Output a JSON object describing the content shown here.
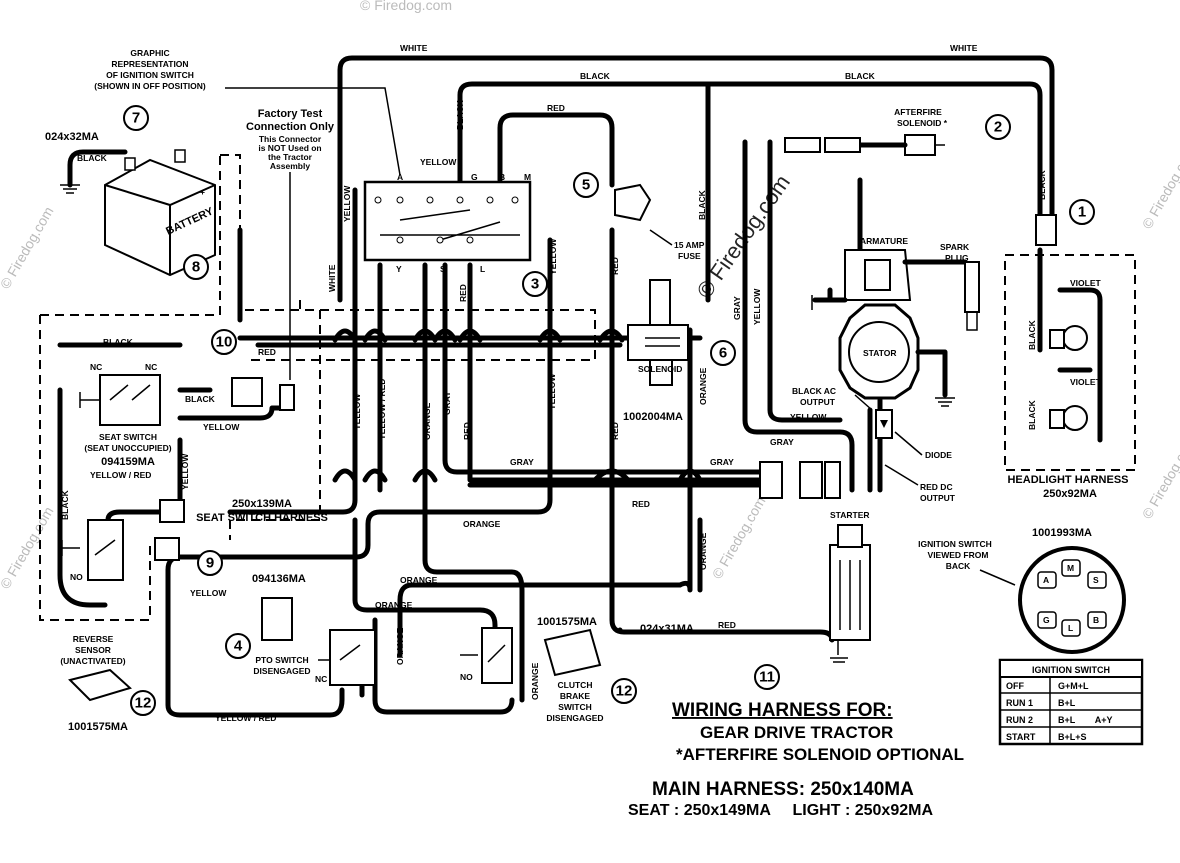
{
  "wire_colors": {
    "white": "WHITE",
    "black": "BLACK",
    "red": "RED",
    "yellow": "YELLOW",
    "gray": "GRAY",
    "orange": "ORANGE",
    "violet": "VIOLET",
    "yellow_red": "YELLOW / RED"
  },
  "callouts": [
    "1",
    "2",
    "3",
    "4",
    "5",
    "6",
    "7",
    "8",
    "9",
    "10",
    "11",
    "12"
  ],
  "labels": {
    "graphic_rep": [
      "GRAPHIC",
      "REPRESENTATION",
      "OF IGNITION SWITCH",
      "(SHOWN IN OFF POSITION)"
    ],
    "factory_test": [
      "Factory Test",
      "Connection Only"
    ],
    "factory_note": [
      "This Connector",
      "is NOT Used on",
      "the Tractor",
      "Assembly"
    ],
    "battery_cable": "024x32MA",
    "battery": "BATTERY",
    "afterfire": [
      "AFTERFIRE",
      "SOLENOID *"
    ],
    "fuse": [
      "15 AMP",
      "FUSE"
    ],
    "solenoid": "SOLENOID",
    "solenoid_part": "1002004MA",
    "armature": "ARMATURE",
    "spark_plug": [
      "SPARK",
      "PLUG"
    ],
    "stator": "STATOR",
    "black_ac": [
      "BLACK AC",
      "OUTPUT"
    ],
    "diode": "DIODE",
    "red_dc": [
      "RED DC",
      "OUTPUT"
    ],
    "headlight_harness": [
      "HEADLIGHT HARNESS",
      "250x92MA"
    ],
    "seat_switch": [
      "SEAT SWITCH",
      "(SEAT UNOCCUPIED)",
      "094159MA"
    ],
    "seat_switch_harness": [
      "250x139MA",
      "SEAT SWITCH HARNESS"
    ],
    "nc": "NC",
    "no": "NO",
    "part_094136": "094136MA",
    "reverse_sensor": [
      "REVERSE",
      "SENSOR",
      "(UNACTIVATED)"
    ],
    "part_1001575": "1001575MA",
    "pto_switch": [
      "PTO SWITCH",
      "DISENGAGED"
    ],
    "clutch_brake": [
      "CLUTCH",
      "BRAKE",
      "SWITCH",
      "DISENGAGED"
    ],
    "starter": "STARTER",
    "starter_cable": "024x31MA",
    "ign_viewed": [
      "IGNITION SWITCH",
      "VIEWED FROM",
      "BACK"
    ],
    "ign_part": "1001993MA",
    "ign_terminals": [
      "A",
      "M",
      "S",
      "G",
      "L",
      "B"
    ],
    "switch_terminals": [
      "A",
      "G",
      "B",
      "M",
      "Y",
      "S",
      "L"
    ],
    "watermark": "© Firedog.com"
  },
  "ignition_table": {
    "title": "IGNITION SWITCH",
    "rows": [
      [
        "OFF",
        "G+M+L"
      ],
      [
        "RUN 1",
        "B+L"
      ],
      [
        "RUN 2",
        "B+L        A+Y"
      ],
      [
        "START",
        "B+L+S"
      ]
    ]
  },
  "title_block": {
    "heading": "WIRING HARNESS FOR:",
    "line1": "GEAR DRIVE TRACTOR",
    "line2": "*AFTERFIRE SOLENOID OPTIONAL",
    "main": "MAIN HARNESS: 250x140MA",
    "sub": "SEAT : 250x149MA     LIGHT : 250x92MA"
  }
}
